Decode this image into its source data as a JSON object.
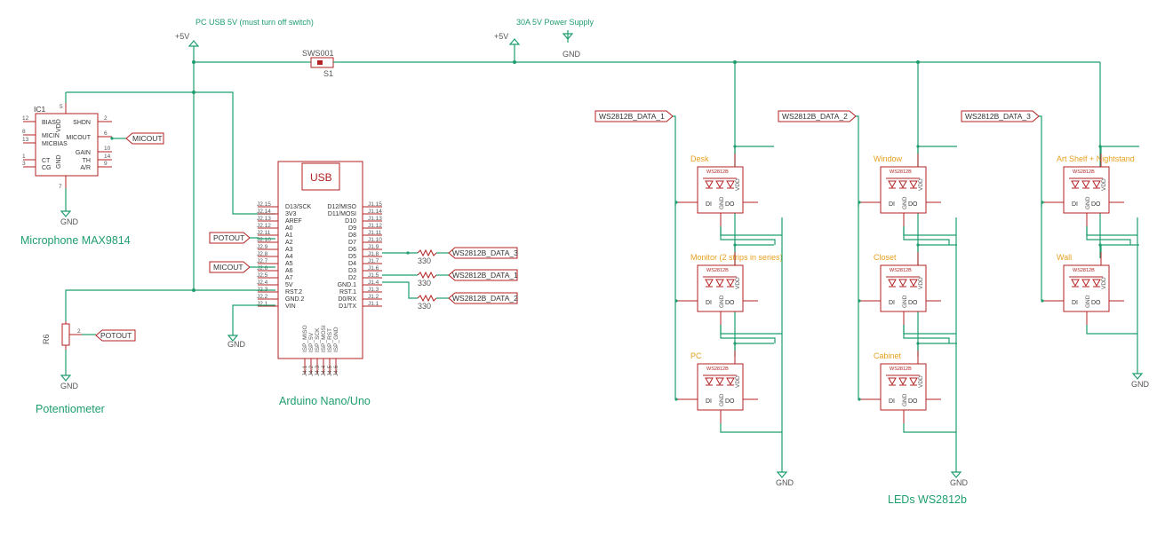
{
  "power": {
    "pc_usb_note": "PC USB 5V (must turn off switch)",
    "supply_note": "30A 5V Power Supply",
    "vcc_label": "+5V",
    "gnd_label": "GND"
  },
  "switch": {
    "name": "SWS001",
    "ref": "S1"
  },
  "microphone": {
    "ref": "IC1",
    "title": "Microphone MAX9814",
    "left_pins": [
      {
        "num": "12",
        "name": "BIAS"
      },
      {
        "num": "8",
        "name": "MICIN"
      },
      {
        "num": "13",
        "name": "MICBIAS"
      },
      {
        "num": "1",
        "name": "CT"
      },
      {
        "num": "3",
        "name": "CG"
      }
    ],
    "right_pins": [
      {
        "num": "2",
        "name": "SHDN"
      },
      {
        "num": "6",
        "name": "MICOUT"
      },
      {
        "num": "10",
        "name": "GAIN"
      },
      {
        "num": "14",
        "name": "TH"
      },
      {
        "num": "9",
        "name": "A/R"
      }
    ],
    "vdd": "VDD",
    "gnd": "GND",
    "vdd_pin": "5",
    "gnd_pin": "7",
    "net_out": "MICOUT"
  },
  "potentiometer": {
    "ref": "R6",
    "title": "Potentiometer",
    "net_out": "POTOUT",
    "wiper_pin": "2"
  },
  "arduino": {
    "title": "Arduino Nano/Uno",
    "usb_label": "USB",
    "left_pins": [
      {
        "num": "J2.15",
        "name": "D13/SCK"
      },
      {
        "num": "J2.14",
        "name": "3V3"
      },
      {
        "num": "J2.13",
        "name": "AREF"
      },
      {
        "num": "J2.12",
        "name": "A0"
      },
      {
        "num": "J2.11",
        "name": "A1"
      },
      {
        "num": "J2.10",
        "name": "A2"
      },
      {
        "num": "J2.9",
        "name": "A3"
      },
      {
        "num": "J2.8",
        "name": "A4"
      },
      {
        "num": "J2.7",
        "name": "A5"
      },
      {
        "num": "J2.6",
        "name": "A6"
      },
      {
        "num": "J2.5",
        "name": "A7"
      },
      {
        "num": "J2.4",
        "name": "5V"
      },
      {
        "num": "J2.3",
        "name": "RST.2"
      },
      {
        "num": "J2.2",
        "name": "GND.2"
      },
      {
        "num": "J2.1",
        "name": "VIN"
      }
    ],
    "right_pins": [
      {
        "num": "J1.15",
        "name": "D12/MISO"
      },
      {
        "num": "J1.14",
        "name": "D11/MOSI"
      },
      {
        "num": "J1.13",
        "name": "D10"
      },
      {
        "num": "J1.12",
        "name": "D9"
      },
      {
        "num": "J1.11",
        "name": "D8"
      },
      {
        "num": "J1.10",
        "name": "D7"
      },
      {
        "num": "J1.9",
        "name": "D6"
      },
      {
        "num": "J1.8",
        "name": "D5"
      },
      {
        "num": "J1.7",
        "name": "D4"
      },
      {
        "num": "J1.6",
        "name": "D3"
      },
      {
        "num": "J1.5",
        "name": "D2"
      },
      {
        "num": "J1.4",
        "name": "GND.1"
      },
      {
        "num": "J1.3",
        "name": "RST.1"
      },
      {
        "num": "J1.2",
        "name": "D0/RX"
      },
      {
        "num": "J1.1",
        "name": "D1/TX"
      }
    ],
    "isp_pins": [
      "ISP_MISO",
      "ISP_5V",
      "ISP_SCK",
      "ISP_MOSI",
      "ISP_RST",
      "ISP_GND"
    ],
    "isp_nums": [
      "J4.1",
      "J4.2",
      "J4.3",
      "J4.4",
      "J4.5",
      "J4.6"
    ],
    "net_in_pot": "POTOUT",
    "net_in_mic": "MICOUT"
  },
  "resistors": [
    {
      "value": "330",
      "net": "WS2812B_DATA_3"
    },
    {
      "value": "330",
      "net": "WS2812B_DATA_1"
    },
    {
      "value": "330",
      "net": "WS2812B_DATA_2"
    }
  ],
  "led_groups": [
    {
      "net": "WS2812B_DATA_1",
      "leds": [
        "Desk",
        "Monitor (2 strips in series)",
        "PC"
      ]
    },
    {
      "net": "WS2812B_DATA_2",
      "leds": [
        "Window",
        "Closet",
        "Cabinet"
      ]
    },
    {
      "net": "WS2812B_DATA_3",
      "leds": [
        "Art Shelf + Nightstand",
        "Wall"
      ]
    }
  ],
  "led_part": {
    "name": "WS2812B",
    "di": "DI",
    "do": "DO",
    "vdd": "VDD",
    "gnd": "GND"
  },
  "leds_title": "LEDs WS2812b"
}
